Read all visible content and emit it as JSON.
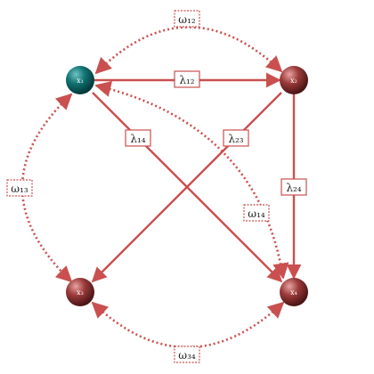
{
  "colors": {
    "edge": "#c9504f",
    "node_teal": "#0f6e6e",
    "node_red": "#9c3b3b"
  },
  "nodes": [
    {
      "id": "x1",
      "label": "x₁",
      "color": "teal"
    },
    {
      "id": "x2",
      "label": "x₂",
      "color": "red"
    },
    {
      "id": "x3",
      "label": "x₃",
      "color": "red"
    },
    {
      "id": "x4",
      "label": "x₄",
      "color": "red"
    }
  ],
  "edges": {
    "lambda12": "λ₁₂",
    "lambda14": "λ₁₄",
    "lambda23": "λ₂₃",
    "lambda24": "λ₂₄",
    "omega12": "ω₁₂",
    "omega13": "ω₁₃",
    "omega14": "ω₁₄",
    "omega34": "ω₃₄"
  }
}
